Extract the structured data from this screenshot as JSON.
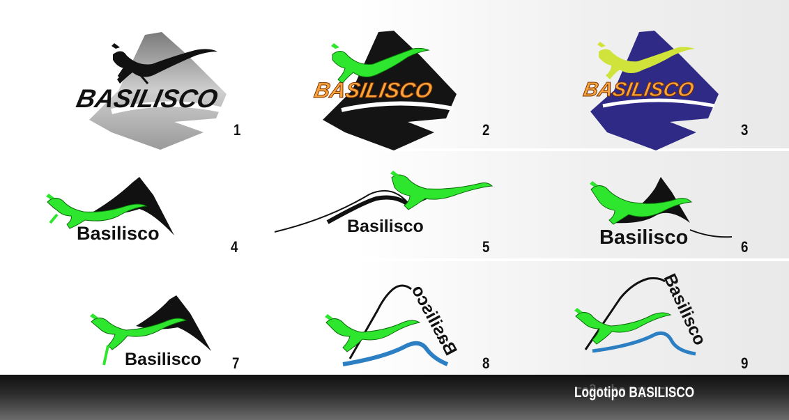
{
  "brand_word": "BASILISCO",
  "brand_word_mixed": "Basilisco",
  "variants": [
    {
      "number": "1"
    },
    {
      "number": "2"
    },
    {
      "number": "3"
    },
    {
      "number": "4"
    },
    {
      "number": "5"
    },
    {
      "number": "6"
    },
    {
      "number": "7"
    },
    {
      "number": "8"
    },
    {
      "number": "9"
    }
  ],
  "footer": {
    "title": "Logotipo BASILISCO"
  },
  "colors": {
    "lizard_green": "#1fe21f",
    "lizard_yellow": "#cfe33a",
    "navy": "#2f2a86",
    "orange": "#f7a43a",
    "blue_wave": "#2c7fc3",
    "black": "#111111",
    "gray": "#a9a9a9"
  }
}
